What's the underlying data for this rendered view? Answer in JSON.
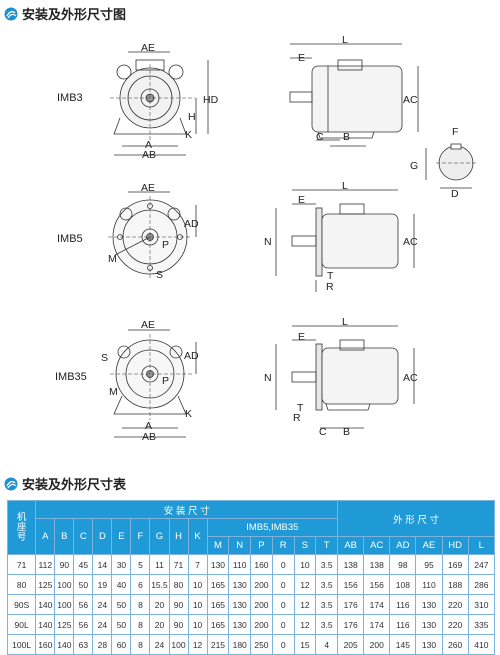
{
  "sections": {
    "drawings_title": "安装及外形尺寸图",
    "table_title": "安装及外形尺寸表"
  },
  "mounts": [
    "IMB3",
    "IMB5",
    "IMB35"
  ],
  "labels": {
    "AE": "AE",
    "L": "L",
    "E": "E",
    "HD": "HD",
    "H": "H",
    "AC": "AC",
    "A": "A",
    "AB": "AB",
    "K": "K",
    "C": "C",
    "B": "B",
    "F": "F",
    "G": "G",
    "D": "D",
    "AD": "AD",
    "P": "P",
    "M": "M",
    "S": "S",
    "N": "N",
    "T": "T",
    "R": "R"
  },
  "table": {
    "row_header": [
      "机",
      "座",
      "号"
    ],
    "group_install": "安 装 尺 寸",
    "group_outline": "外 形 尺 寸",
    "group_imb": "IMB5,IMB35",
    "install_cols": [
      "A",
      "B",
      "C",
      "D",
      "E",
      "F",
      "G",
      "H",
      "K"
    ],
    "imb_cols": [
      "M",
      "N",
      "P",
      "R",
      "S",
      "T"
    ],
    "outline_cols": [
      "AB",
      "AC",
      "AD",
      "AE",
      "HD",
      "L"
    ],
    "rows": [
      [
        "71",
        "112",
        "90",
        "45",
        "14",
        "30",
        "5",
        "11",
        "71",
        "7",
        "130",
        "110",
        "160",
        "0",
        "10",
        "3.5",
        "138",
        "138",
        "98",
        "95",
        "169",
        "247"
      ],
      [
        "80",
        "125",
        "100",
        "50",
        "19",
        "40",
        "6",
        "15.5",
        "80",
        "10",
        "165",
        "130",
        "200",
        "0",
        "12",
        "3.5",
        "156",
        "156",
        "108",
        "110",
        "188",
        "286"
      ],
      [
        "90S",
        "140",
        "100",
        "56",
        "24",
        "50",
        "8",
        "20",
        "90",
        "10",
        "165",
        "130",
        "200",
        "0",
        "12",
        "3.5",
        "176",
        "174",
        "116",
        "130",
        "220",
        "310"
      ],
      [
        "90L",
        "140",
        "125",
        "56",
        "24",
        "50",
        "8",
        "20",
        "90",
        "10",
        "165",
        "130",
        "200",
        "0",
        "12",
        "3.5",
        "176",
        "174",
        "116",
        "130",
        "220",
        "335"
      ],
      [
        "100L",
        "160",
        "140",
        "63",
        "28",
        "60",
        "8",
        "24",
        "100",
        "12",
        "215",
        "180",
        "250",
        "0",
        "15",
        "4",
        "205",
        "200",
        "145",
        "130",
        "260",
        "410"
      ]
    ]
  }
}
